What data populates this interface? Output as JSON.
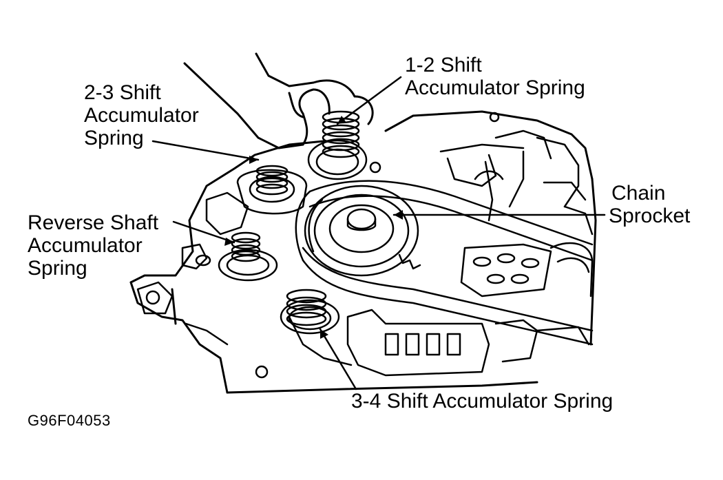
{
  "figure": {
    "labels": {
      "spring_12": [
        "1-2 Shift",
        "Accumulator Spring"
      ],
      "spring_23": [
        "2-3 Shift",
        "Accumulator",
        "Spring"
      ],
      "reverse": [
        "Reverse Shaft",
        "Accumulator",
        "Spring"
      ],
      "chain": [
        "Chain",
        "Sprocket"
      ],
      "spring_34": [
        "3-4 Shift Accumulator Spring"
      ]
    },
    "figure_id": "G96F04053"
  }
}
